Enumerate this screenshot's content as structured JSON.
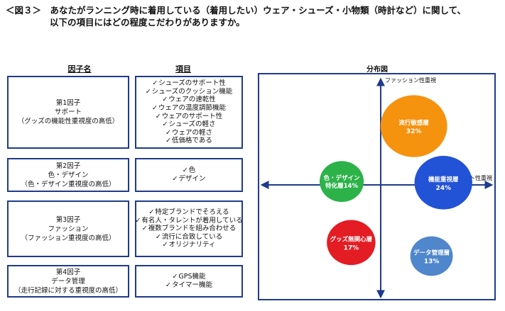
{
  "title": {
    "line1": "＜図３＞　あなたがランニング時に着用している（着用したい）ウェア・シューズ・小物類（時計など）に関して、",
    "line2": "以下の項目にはどの程度こだわりがありますか。"
  },
  "table": {
    "factor_header": "因子名",
    "items_header": "項目",
    "rows": [
      {
        "factor_no": "第1因子",
        "factor_name": "サポート",
        "factor_desc": "（グッズの機能性重視度の高低）",
        "items": [
          "シューズのサポート性",
          "シューズのクッション機能",
          "ウェアの速乾性",
          "ウェアの温度調節機能",
          "ウェアのサポート性",
          "シューズの軽さ",
          "ウェアの軽さ",
          "低価格である"
        ]
      },
      {
        "factor_no": "第2因子",
        "factor_name": "色・デザイン",
        "factor_desc": "（色・デザイン重視度の高低）",
        "items": [
          "色",
          "デザイン"
        ]
      },
      {
        "factor_no": "第3因子",
        "factor_name": "ファッション",
        "factor_desc": "（ファッション重視度の高低）",
        "items": [
          "特定ブランドでそろえる",
          "有名人・タレントが着用している",
          "複数ブランドを組み合わせる",
          "流行に合致している",
          "オリジナリティ"
        ]
      },
      {
        "factor_no": "第4因子",
        "factor_name": "データ管理",
        "factor_desc": "（走行記録に対する重視度の高低）",
        "items": [
          "GPS機能",
          "タイマー機能"
        ]
      }
    ]
  },
  "chart_data": {
    "type": "scatter",
    "title": "分布図",
    "y_axis_label": "ファッション性重視",
    "x_axis_label": "サポート性重視",
    "xlim": [
      -1,
      1
    ],
    "ylim": [
      -1,
      1
    ],
    "segments": [
      {
        "name": "流行敏感層",
        "pct": "32%",
        "value": 32,
        "x": 0.28,
        "y": 0.52,
        "color": "#f5920e"
      },
      {
        "name": "色・デザイン\n特化層",
        "pct": "14%",
        "value": 14,
        "x": -0.33,
        "y": 0.03,
        "color": "#2db24a"
      },
      {
        "name": "機能重視層",
        "pct": "24%",
        "value": 24,
        "x": 0.53,
        "y": 0.02,
        "color": "#2252d6"
      },
      {
        "name": "グッズ無関心層",
        "pct": "17%",
        "value": 17,
        "x": -0.25,
        "y": -0.51,
        "color": "#e41c24"
      },
      {
        "name": "データ管理層",
        "pct": "13%",
        "value": 13,
        "x": 0.43,
        "y": -0.63,
        "color": "#4f86cc"
      }
    ],
    "colors": {
      "frame": "#1f3b8c",
      "axis": "#1f3b8c"
    }
  }
}
